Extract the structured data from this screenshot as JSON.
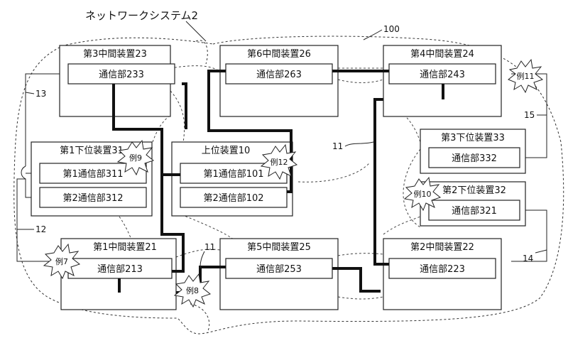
{
  "system_title": "ネットワークシステム2",
  "vehicle_ref": "100",
  "refs": {
    "bus_11_a": "11",
    "bus_11_b": "11",
    "line_12": "12",
    "line_13": "13",
    "line_14": "14",
    "line_15": "15"
  },
  "devices": {
    "mid3": {
      "title": "第3中間装置23",
      "unit": "通信部233"
    },
    "mid6": {
      "title": "第6中間装置26",
      "unit": "通信部263"
    },
    "mid4": {
      "title": "第4中間装置24",
      "unit": "通信部243"
    },
    "low1": {
      "title": "第1下位装置31",
      "unit1": "第1通信部311",
      "unit2": "第2通信部312"
    },
    "upper": {
      "title": "上位装置10",
      "unit1": "第1通信部101",
      "unit2": "第2通信部102"
    },
    "low3": {
      "title": "第3下位装置33",
      "unit": "通信部332"
    },
    "low2": {
      "title": "第2下位装置32",
      "unit": "通信部321"
    },
    "mid1": {
      "title": "第1中間装置21",
      "unit": "通信部213"
    },
    "mid5": {
      "title": "第5中間装置25",
      "unit": "通信部253"
    },
    "mid2": {
      "title": "第2中間装置22",
      "unit": "通信部223"
    }
  },
  "examples": {
    "ex7": "例7",
    "ex8": "例8",
    "ex9": "例9",
    "ex10": "例10",
    "ex11": "例11",
    "ex12": "例12"
  }
}
